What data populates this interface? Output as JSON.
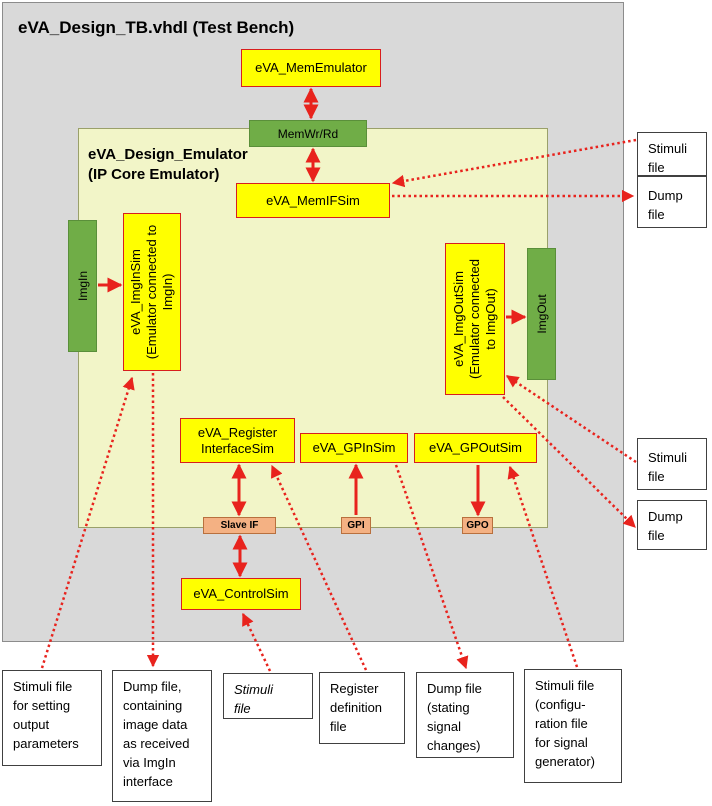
{
  "testbench": {
    "title": "eVA_Design_TB.vhdl (Test Bench)"
  },
  "emulator": {
    "title_line1": "eVA_Design_Emulator",
    "title_line2": "(IP Core Emulator)"
  },
  "blocks": {
    "mem_emulator": "eVA_MemEmulator",
    "mem_wr_rd": "MemWr/Rd",
    "mem_if_sim": "eVA_MemIFSim",
    "img_in": "ImgIn",
    "img_in_sim": [
      "eVA_ImgInSim",
      "(Emulator connected to",
      "ImgIn)"
    ],
    "img_out_sim": [
      "eVA_ImgOutSim",
      "(Emulator connected",
      "to ImgOut)"
    ],
    "img_out": "ImgOut",
    "register_if_sim": [
      "eVA_Register",
      "InterfaceSim"
    ],
    "gp_in_sim": "eVA_GPInSim",
    "gp_out_sim": "eVA_GPOutSim",
    "slave_if": "Slave IF",
    "gpi": "GPI",
    "gpo": "GPO",
    "control_sim": "eVA_ControlSim"
  },
  "files": {
    "stimuli_mem": [
      "Stimuli",
      "file"
    ],
    "dump_mem": [
      "Dump",
      "file"
    ],
    "stimuli_imgout": [
      "Stimuli",
      "file"
    ],
    "dump_imgout": [
      "Dump",
      "file"
    ],
    "imgin_params": [
      "Stimuli file",
      "for setting",
      "output",
      "parameters"
    ],
    "imgin_dump": [
      "Dump file,",
      "containing",
      "image data",
      "as received",
      "via ImgIn",
      "interface"
    ],
    "control_stimuli": [
      "Stimuli",
      "file"
    ],
    "register_def": [
      "Register",
      "definition",
      "file"
    ],
    "gpin_dump": [
      "Dump file",
      "(stating",
      "signal",
      "changes)"
    ],
    "gpout_stimuli": [
      "Stimuli file",
      "(configu-",
      "ration file",
      "for signal",
      "generator)"
    ]
  },
  "colors": {
    "testbench_bg": "#d9d9d9",
    "emulator_bg": "#f2f5c8",
    "sim_block": "#ffff00",
    "interface_block": "#70ad47",
    "port_block": "#f4b183",
    "arrow": "#e8231d"
  }
}
